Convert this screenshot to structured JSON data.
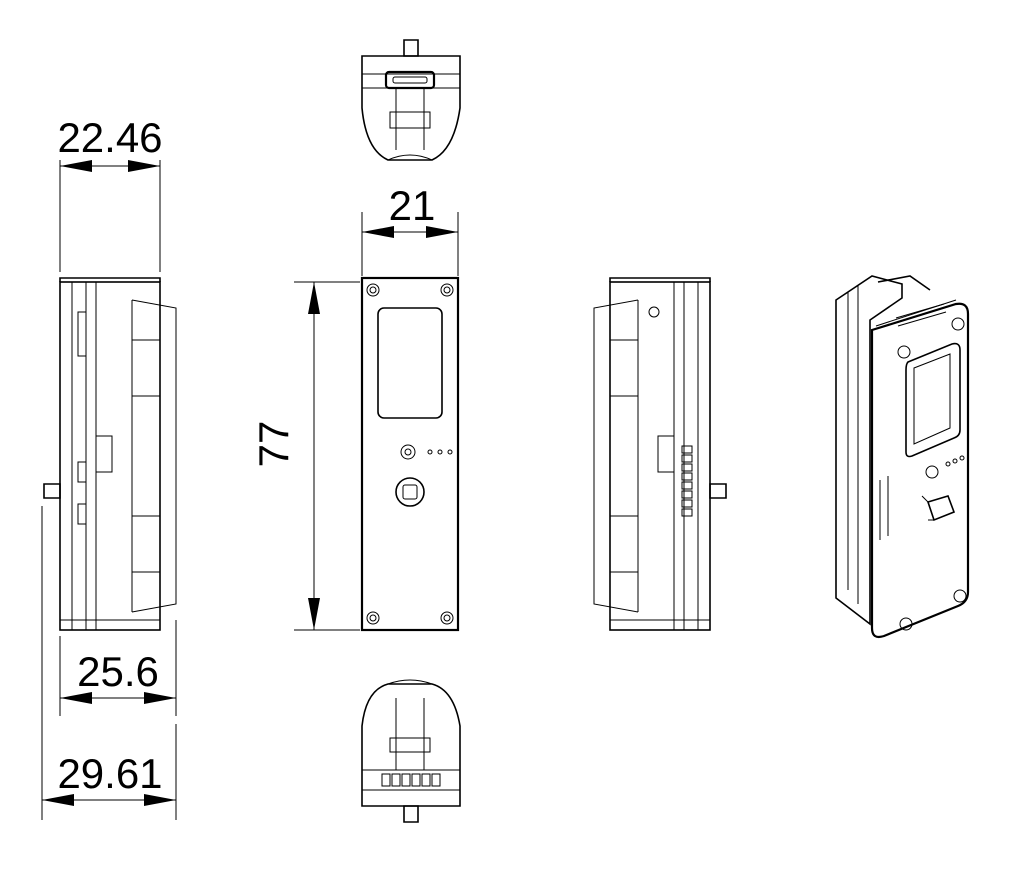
{
  "dimensions": {
    "depth_no_flange": "22.46",
    "width_front": "21",
    "height_front": "77",
    "depth_body": "25.6",
    "depth_overall": "29.61"
  }
}
